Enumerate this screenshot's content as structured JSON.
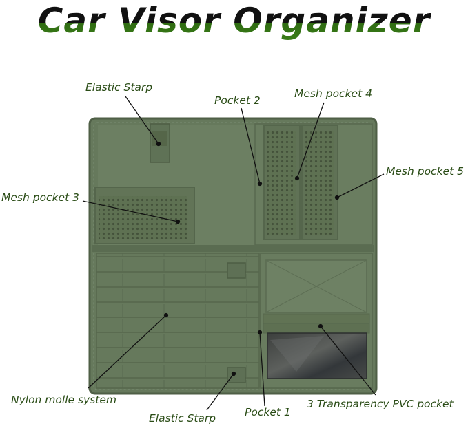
{
  "title": "Car Visor Organizer",
  "colors": {
    "title_dark": "#111111",
    "title_green": "#3a7d18",
    "label_green": "#2a4c16",
    "fabric": "#66795c",
    "fabric_dark": "#52634a",
    "fabric_light": "#748770"
  },
  "labels": {
    "elastic_strap_top": "Elastic Starp",
    "pocket_2": "Pocket 2",
    "mesh_pocket_4": "Mesh pocket 4",
    "mesh_pocket_5": "Mesh pocket 5",
    "mesh_pocket_3": "Mesh pocket 3",
    "nylon_molle": "Nylon molle system",
    "elastic_strap_bottom": "Elastic Starp",
    "pocket_1": "Pocket 1",
    "pvc_pocket": "3 Transparency PVC pocket"
  }
}
